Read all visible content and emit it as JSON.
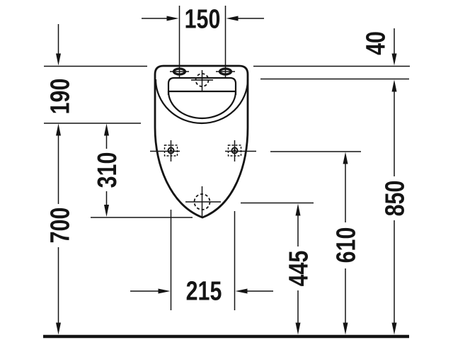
{
  "style": {
    "line_color": "#141414",
    "background": "#ffffff"
  },
  "figure": {
    "name": "wall-mounted-urinal-front-view",
    "symbols": [
      "top-fixing-hole-left",
      "top-fixing-hole-right",
      "water-inlet-center-mark",
      "side-fixing-hole-left",
      "side-fixing-hole-right",
      "drain-outlet-mark",
      "floor-line"
    ]
  },
  "dimensions": {
    "top_fixing_spacing": "150",
    "top_edge_to_rim": "40",
    "top_edge_to_bowl_front": "190",
    "bowl_front_to_bottom": "310",
    "floor_to_bowl_front": "700",
    "floor_to_rim_line": "850",
    "floor_to_side_fixing": "610",
    "floor_to_drain": "445",
    "side_fixing_spacing": "215"
  }
}
